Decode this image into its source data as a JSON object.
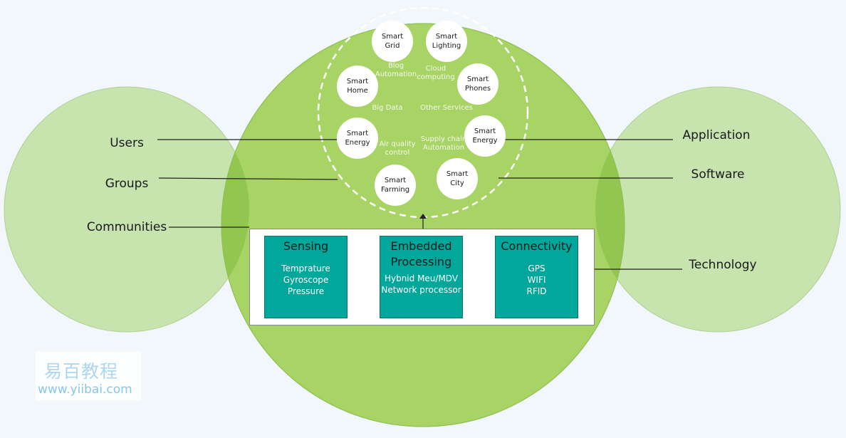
{
  "left_labels": [
    "Users",
    "Groups",
    "Communities"
  ],
  "right_labels": [
    "Application",
    "Software",
    "Technology"
  ],
  "smart_nodes": [
    {
      "line1": "Smart",
      "line2": "Grid"
    },
    {
      "line1": "Smart",
      "line2": "Lighting"
    },
    {
      "line1": "Smart",
      "line2": "Phones"
    },
    {
      "line1": "Smart",
      "line2": "Energy"
    },
    {
      "line1": "Smart",
      "line2": "City"
    },
    {
      "line1": "Smart",
      "line2": "Farming"
    },
    {
      "line1": "Smart",
      "line2": "Energy"
    },
    {
      "line1": "Smart",
      "line2": "Home"
    }
  ],
  "services": [
    {
      "line1": "Blog",
      "line2": "Automation"
    },
    {
      "line1": "Cloud",
      "line2": "computing"
    },
    {
      "line1": "Big Data",
      "line2": ""
    },
    {
      "line1": "Other Services",
      "line2": ""
    },
    {
      "line1": "Air quality",
      "line2": "control"
    },
    {
      "line1": "Supply chain",
      "line2": "Automation"
    }
  ],
  "tech_blocks": [
    {
      "title": "Sensing",
      "items": [
        "Temprature",
        "Gyroscope",
        "Pressure"
      ]
    },
    {
      "title": "Embedded Processing",
      "items": [
        "Hybnid Meu/MDV",
        "Network processor"
      ]
    },
    {
      "title": "Connectivity",
      "items": [
        "GPS",
        "WIFI",
        "RFID"
      ]
    }
  ],
  "watermark": {
    "cn": "易百教程",
    "url": "www.yiibai.com"
  },
  "colors": {
    "side_circle": "#c7e3ae",
    "center_circle": "#a8d465",
    "overlap": "#93c650",
    "tech_box": "#00a79a",
    "background": "#f2f7fb"
  }
}
